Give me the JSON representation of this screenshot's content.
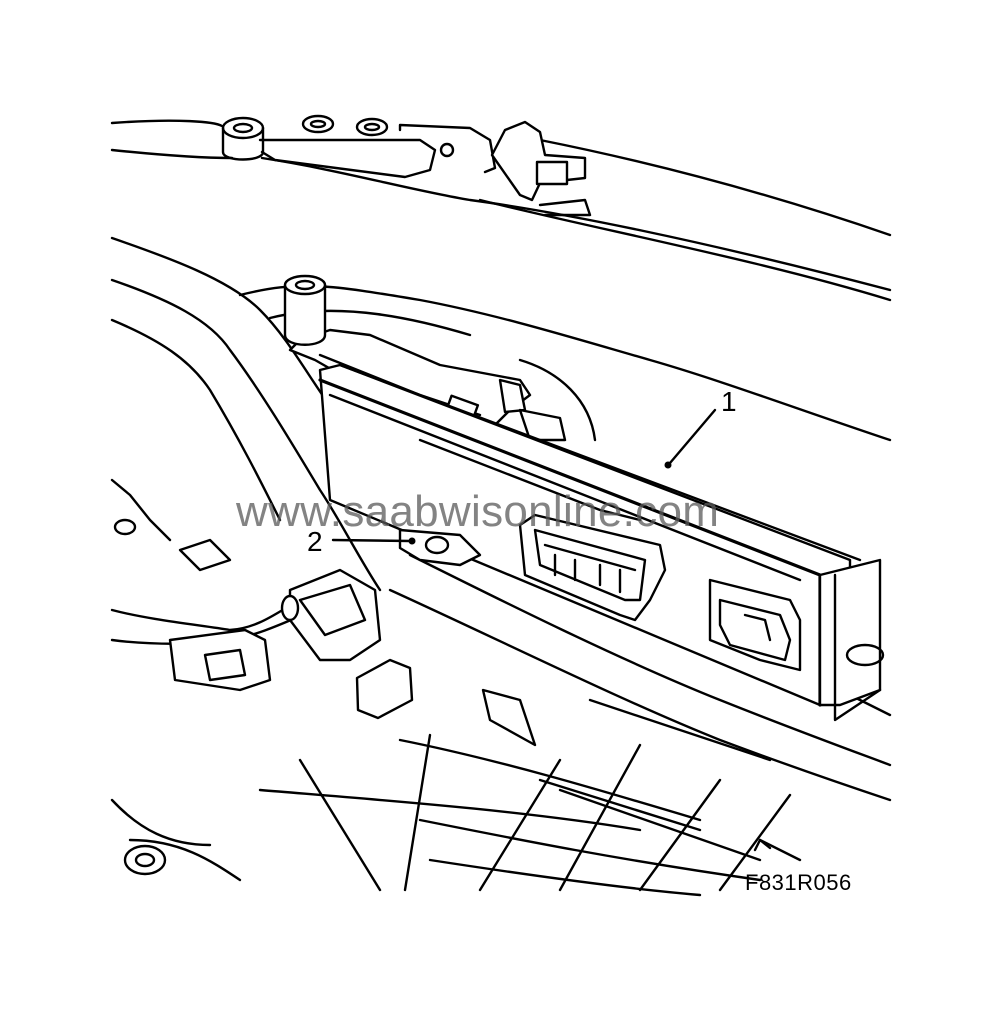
{
  "watermark": "www.saabwisonline.com",
  "figure_id": "F831R056",
  "callouts": [
    {
      "number": "1"
    },
    {
      "number": "2"
    }
  ]
}
